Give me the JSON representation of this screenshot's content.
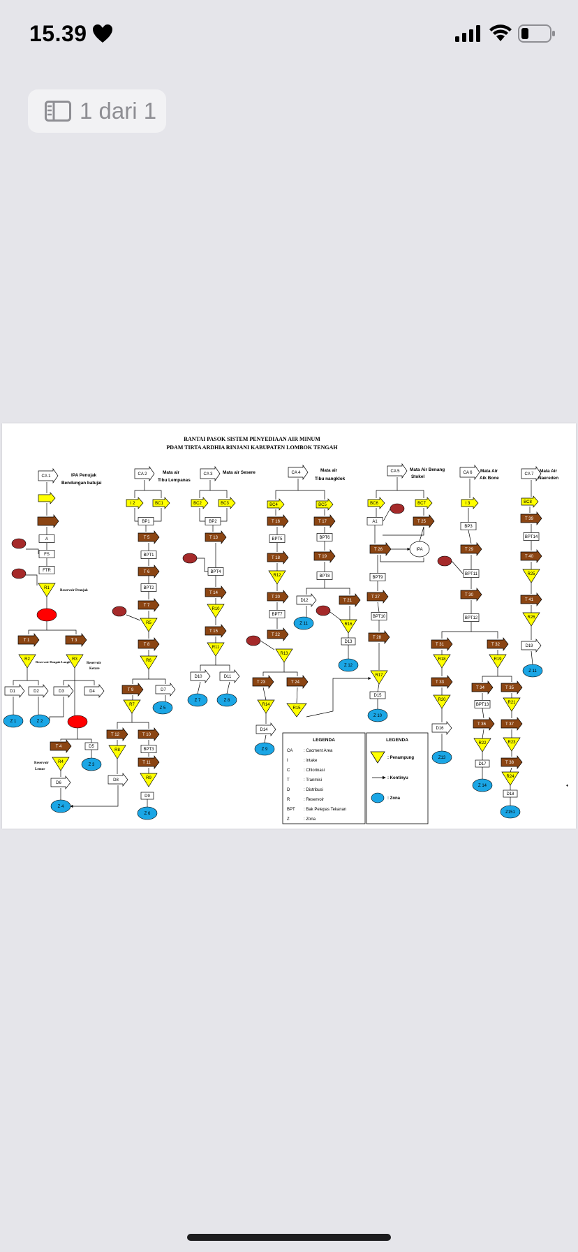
{
  "status_bar": {
    "time": "15.39"
  },
  "toolbar": {
    "page_indicator": "1 dari 1"
  },
  "document": {
    "title_line1": "RANTAI PASOK SISTEM PENYEDIAAN AIR MINUM",
    "title_line2": "PDAM TIRTA ARDHIA RINJANI KABUPATEN LOMBOK TENGAH",
    "sources": {
      "ipa_penujak": "IPA Penujak",
      "bendungan_batujai": "Bendungan batujai",
      "mata_air": "Mata air",
      "tibu_lempanas": "Tibu Lempanas",
      "mata_air_sesere": "Mata air Sesere",
      "tibu_nangklok": "Tibu nangklok",
      "mata_air_benang": "Mata Air Benang",
      "stokel": "Stokel",
      "mata_air_cap": "Mata Air",
      "aik_bone": "Aik Bone",
      "mata_air_7": "Mata Air",
      "naereden": "Naereden"
    },
    "reservoir_labels": {
      "penujak": "Reservoir Penujak",
      "dongak_langit": "Reservoir Dongak Langit",
      "reservoir": "Reservoir",
      "ketare": "Ketare",
      "lemor": "Lemor"
    },
    "legend1": {
      "title": "LEGENDA",
      "rows": [
        [
          "CA",
          ": Cacment Area"
        ],
        [
          "I",
          ": intake"
        ],
        [
          "C",
          ": Chlorinasi"
        ],
        [
          "T",
          ": Tranmisi"
        ],
        [
          "D",
          ": Distribusi"
        ],
        [
          "R",
          ": Reservoir"
        ],
        [
          "BPT",
          ": Bak Pelepas Tekanan"
        ],
        [
          "Z",
          ": Zona"
        ]
      ]
    },
    "legend2": {
      "title": "LEGENDA",
      "penampung": ": Penampung",
      "kontinyu": ": Kontinyu",
      "zona": ": Zona"
    },
    "nodes": {
      "CA1": "CA 1",
      "CA2": "CA 2",
      "CA3": "CA 3",
      "CA4": "CA 4",
      "CA5": "CA 5",
      "CA6": "CA 6",
      "CA7": "CA 7",
      "A": "A",
      "FS": "FS",
      "FTR": "FTR",
      "R1": "R1",
      "T1": "T 1",
      "T3": "T 3",
      "R2": "R2",
      "R3": "R3",
      "D1": "D1",
      "D2": "D2",
      "D3": "D3",
      "D4": "D4",
      "Z1": "Z 1",
      "Z2": "Z 2",
      "T4": "T 4",
      "D5": "D5",
      "R4": "R4",
      "Z3": "Z 3",
      "D6": "D6",
      "Z4": "Z 4",
      "I2": "I 2",
      "BC1": "BC1",
      "BP1": "BP1",
      "T5": "T 5",
      "BPT1": "BPT1",
      "T6": "T 6",
      "BPT2": "BPT2",
      "T7": "T 7",
      "R5": "R5",
      "T8": "T 8",
      "R6": "R6",
      "T9": "T 9",
      "D7": "D7",
      "R7": "R7",
      "Z5": "Z 5",
      "T12": "T 12",
      "T10": "T 10",
      "R8": "R8",
      "BPT3": "BPT3",
      "T11": "T 11",
      "D8": "D8",
      "R9": "R9",
      "D9": "D9",
      "Z6": "Z 6",
      "BC2": "BC2",
      "BC3": "BC3",
      "BP2": "BP2",
      "T13": "T 13",
      "BPT4": "BPT4",
      "T14": "T 14",
      "R10": "R10",
      "T15": "T 15",
      "R11": "R11",
      "D10": "D10",
      "D11": "D11",
      "Z7": "Z 7",
      "Z8": "Z 8",
      "BC4": "BC4",
      "BC5": "BC5",
      "T16": "T 16",
      "T17": "T 17",
      "BPT5": "BPT5",
      "BPT6": "BPT6",
      "T18": "T 18",
      "T19": "T 19",
      "R12": "R12",
      "BPT8": "BPT8",
      "T20": "T 20",
      "D12": "D12",
      "T21": "T 21",
      "BPT7": "BPT7",
      "Z11a": "Z 11",
      "R16": "R16",
      "T22": "T 22",
      "D13": "D13",
      "R13": "R13",
      "Z12": "Z 12",
      "T23": "T 23",
      "T24": "T 24",
      "R14": "R14",
      "R15": "R15",
      "D14": "D14",
      "Z9": "Z 9",
      "BC6": "BC6",
      "BC7": "BC7",
      "A1": "A1",
      "T25": "T 25",
      "T26": "T 26",
      "IPA": "IPA",
      "BPT9": "BPT9",
      "T27": "T 27",
      "BPT10": "BPT10",
      "T28": "T 28",
      "R17": "R17",
      "D15": "D15",
      "Z10": "Z 10",
      "I3": "I 3",
      "BP3": "BP3",
      "T29": "T 29",
      "BPT11": "BPT11",
      "T30": "T 30",
      "BPT12": "BPT12",
      "T31": "T 31",
      "T32": "T 32",
      "R18": "R18",
      "R19": "R19",
      "T33": "T 33",
      "T34": "T 34",
      "T35": "T 35",
      "BPT13": "BPT13",
      "R20": "R20",
      "R21": "R21",
      "D16": "D16",
      "T36": "T 36",
      "T37": "T 37",
      "Z13": "Z13",
      "R22": "R22",
      "R23": "R23",
      "D17": "D17",
      "T38": "T 38",
      "Z14": "Z 14",
      "R24": "R24",
      "D18": "D18",
      "Z15": "Z151",
      "BC8": "BC8",
      "T39": "T 39",
      "BPT14": "BPT14",
      "T40": "T 40",
      "R25": "R25",
      "T41": "T 41",
      "R26": "R26",
      "D19": "D19",
      "Z11b": "Z 11"
    }
  }
}
